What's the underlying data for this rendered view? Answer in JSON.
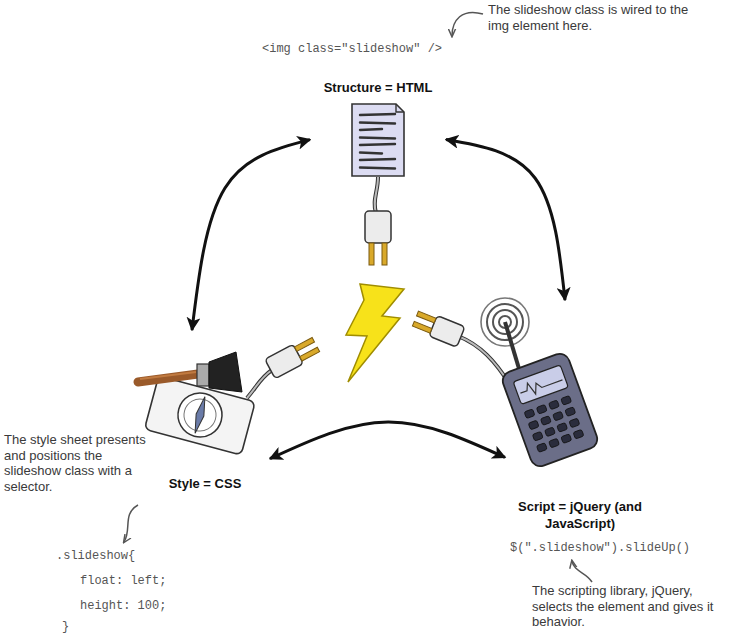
{
  "diagram": {
    "nodes": [
      {
        "text": [
          "Structure = HTML"
        ]
      },
      {
        "text": [
          "Style = CSS"
        ]
      },
      {
        "text": [
          "Script = jQuery (and JavaScript)"
        ]
      }
    ],
    "edges": [
      {
        "from": 0,
        "to": 1,
        "arrow": "both"
      },
      {
        "from": 0,
        "to": 2,
        "arrow": "both"
      },
      {
        "from": 1,
        "to": 2,
        "arrow": "both"
      }
    ],
    "labels": [
      "The slideshow class is wired to the img element here.",
      "<img class=\"slideshow\" />",
      "The style sheet presents and positions the slideshow class with a selector.",
      ".slideshow{",
      "float: left;",
      "height: 100;",
      "}",
      "$(\".slideshow\").slideUp()",
      "The scripting library, jQuery, selects the element and gives it behavior."
    ]
  }
}
